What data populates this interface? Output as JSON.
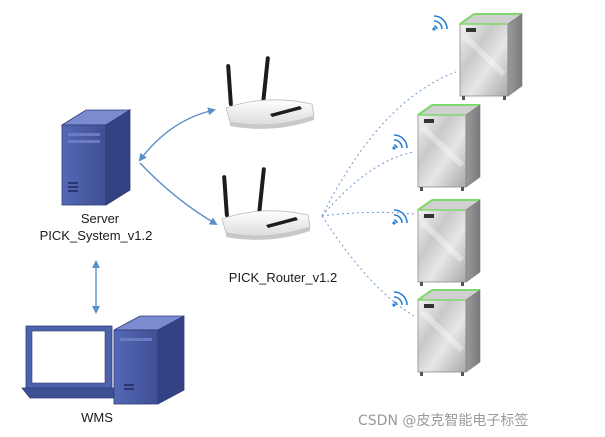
{
  "labels": {
    "server_name": "Server",
    "server_system": "PICK_System_v1.2",
    "router": "PICK_Router_v1.2",
    "wms": "WMS"
  },
  "watermark": "CSDN @皮克智能电子标签",
  "colors": {
    "server_body": "#4a5fa8",
    "arrow": "#5b8fc9",
    "wifi": "#2a7fd0",
    "cabinet_led": "#7fd96a"
  }
}
